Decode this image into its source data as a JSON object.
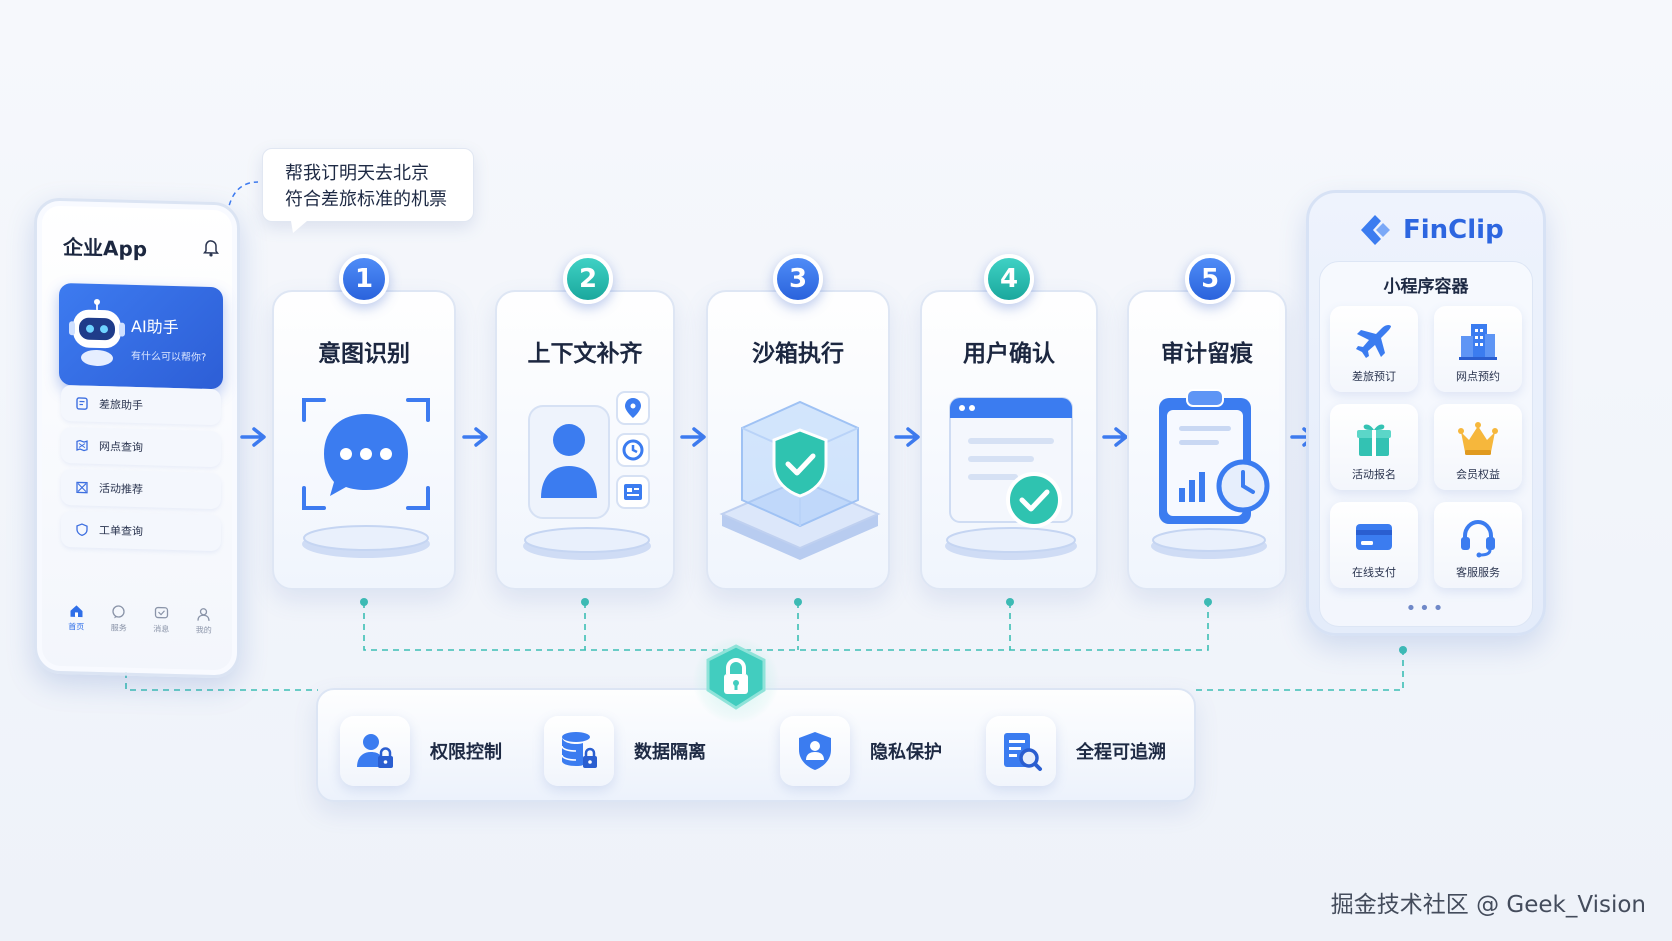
{
  "phone": {
    "title": "企业App",
    "ai_card": {
      "name": "AI助手",
      "subtitle": "有什么可以帮你?"
    },
    "menu": [
      {
        "label": "差旅助手",
        "icon": "document-icon"
      },
      {
        "label": "网点查询",
        "icon": "map-icon"
      },
      {
        "label": "活动推荐",
        "icon": "flag-icon"
      },
      {
        "label": "工单查询",
        "icon": "shield-icon"
      }
    ],
    "tabs": [
      {
        "label": "首页",
        "icon": "home-icon",
        "active": true
      },
      {
        "label": "服务",
        "icon": "chat-icon",
        "active": false
      },
      {
        "label": "消息",
        "icon": "message-icon",
        "active": false
      },
      {
        "label": "我的",
        "icon": "user-icon",
        "active": false
      }
    ]
  },
  "bubble": {
    "line1": "帮我订明天去北京",
    "line2": "符合差旅标准的机票"
  },
  "steps": [
    {
      "num": "1",
      "title": "意图识别",
      "icon": "chat-bubble-icon"
    },
    {
      "num": "2",
      "title": "上下文补齐",
      "icon": "user-context-icon"
    },
    {
      "num": "3",
      "title": "沙箱执行",
      "icon": "sandbox-shield-icon"
    },
    {
      "num": "4",
      "title": "用户确认",
      "icon": "window-check-icon"
    },
    {
      "num": "5",
      "title": "审计留痕",
      "icon": "clipboard-clock-icon"
    }
  ],
  "finclip": {
    "brand": "FinClip",
    "subtitle": "小程序容器",
    "tiles": [
      {
        "label": "差旅预订",
        "icon": "plane-icon"
      },
      {
        "label": "网点预约",
        "icon": "building-icon"
      },
      {
        "label": "活动报名",
        "icon": "gift-icon"
      },
      {
        "label": "会员权益",
        "icon": "crown-icon"
      },
      {
        "label": "在线支付",
        "icon": "card-icon"
      },
      {
        "label": "客服服务",
        "icon": "headset-icon"
      }
    ],
    "more": "•••"
  },
  "security": [
    {
      "label": "权限控制",
      "icon": "user-lock-icon"
    },
    {
      "label": "数据隔离",
      "icon": "database-lock-icon"
    },
    {
      "label": "隐私保护",
      "icon": "privacy-shield-icon"
    },
    {
      "label": "全程可追溯",
      "icon": "search-document-icon"
    }
  ],
  "colors": {
    "primary": "#2f6fe8",
    "teal": "#2fbfb2",
    "text": "#1e2a44"
  },
  "watermark": "掘金技术社区 @ Geek_Vision"
}
